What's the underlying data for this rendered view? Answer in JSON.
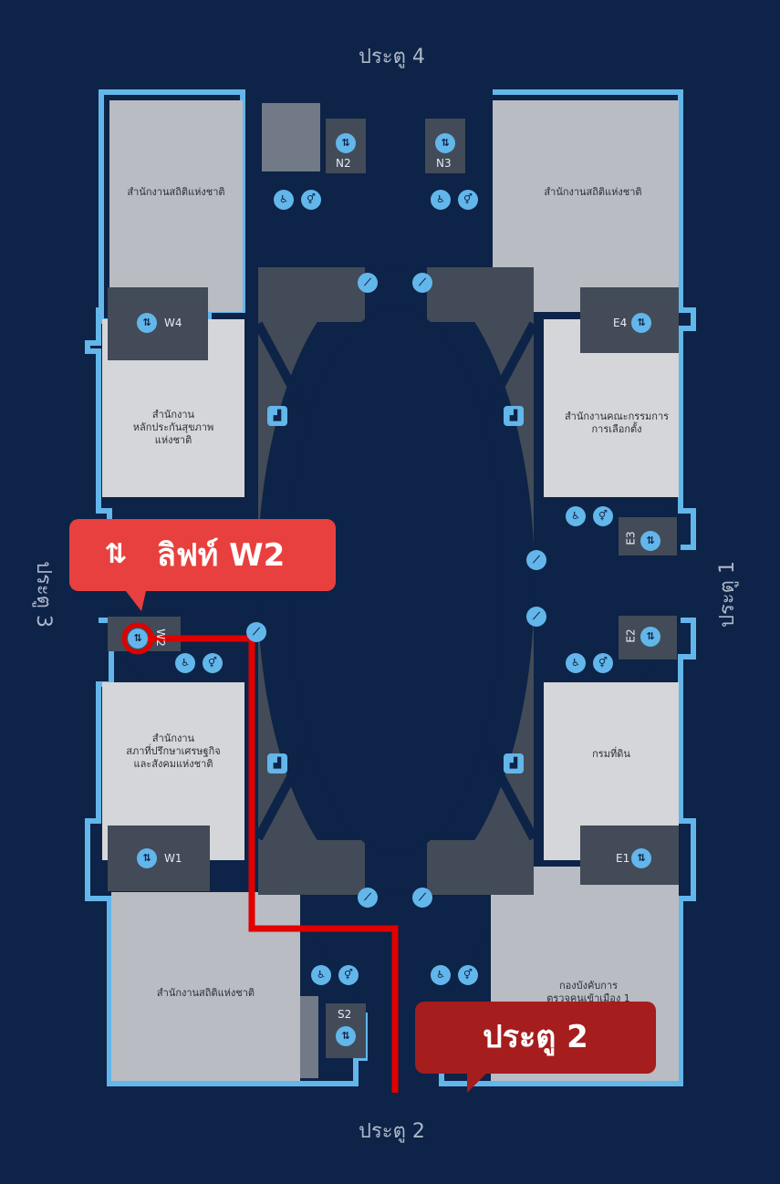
{
  "gates": {
    "north": "ประตู 4",
    "south": "ประตู 2",
    "east": "ประตู 1",
    "west": "ประตู 3"
  },
  "rooms": {
    "nw": "สำนักงานสถิติแห่งชาติ",
    "ne": "สำนักงานสถิติแห่งชาติ",
    "w_upper": "สำนักงาน\nหลักประกันสุขภาพ\nแห่งชาติ",
    "e_upper": "สำนักงานคณะกรรมการ\nการเลือกตั้ง",
    "w_lower": "สำนักงาน\nสภาที่ปรึกษาเศรษฐกิจ\nและสังคมแห่งชาติ",
    "e_lower": "กรมที่ดิน",
    "sw": "สำนักงานสถิติแห่งชาติ",
    "se": "กองบังคับการ\nตรวจคนเข้าเมือง 1"
  },
  "elevators": {
    "n2": "N2",
    "n3": "N3",
    "w4": "W4",
    "e4": "E4",
    "e3": "E3",
    "w2": "W2",
    "e2": "E2",
    "w1": "W1",
    "e1": "E1",
    "s2": "S2"
  },
  "callouts": {
    "lift": "ลิฟท์ W2",
    "gate": "ประตู 2"
  },
  "colors": {
    "background": "#0d2347",
    "outline": "#63b6ea",
    "route": "#e00000",
    "lift_callout": "#e8403e",
    "gate_callout": "#a51d1d"
  },
  "icons": [
    "elevator-icon",
    "wheelchair-icon",
    "restroom-icon",
    "escalator-icon",
    "stairs-icon"
  ]
}
